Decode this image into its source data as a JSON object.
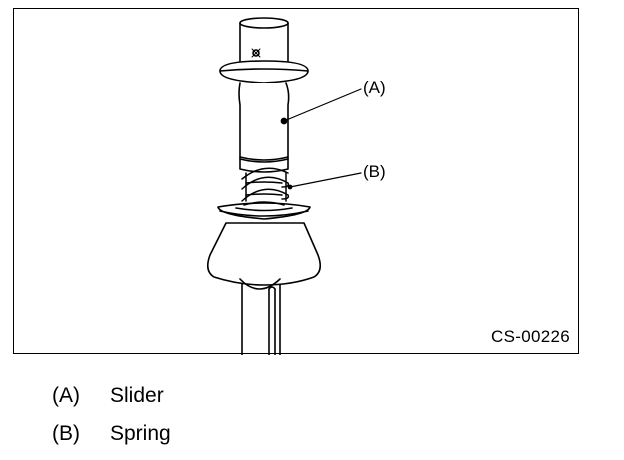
{
  "figure": {
    "code": "CS-00226",
    "callouts": [
      {
        "key": "(A)"
      },
      {
        "key": "(B)"
      }
    ]
  },
  "legend": [
    {
      "key": "(A)",
      "label": "Slider"
    },
    {
      "key": "(B)",
      "label": "Spring"
    }
  ]
}
